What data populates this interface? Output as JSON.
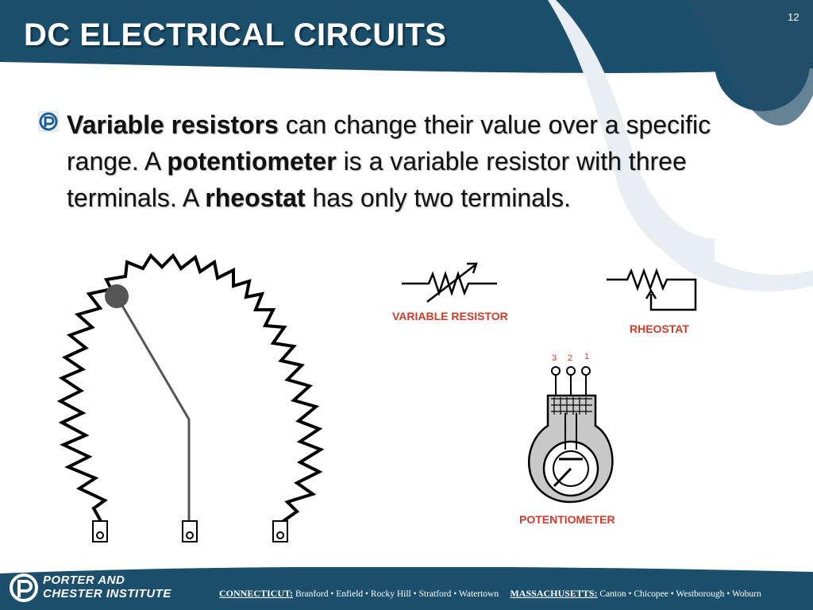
{
  "slide": {
    "title": "DC ELECTRICAL CIRCUITS",
    "page_number": "12"
  },
  "body": {
    "term1": "Variable resistors",
    "text1": " can change their value over a specific range. A ",
    "term2": "potentiometer",
    "text2": " is a variable resistor with three terminals. A ",
    "term3": "rheostat",
    "text3": " has only two terminals."
  },
  "diagram": {
    "variable_resistor_label": "VARIABLE RESISTOR",
    "rheostat_label": "RHEOSTAT",
    "potentiometer_label": "POTENTIOMETER",
    "pin_labels": [
      "3",
      "2",
      "1"
    ]
  },
  "footer": {
    "logo_line1": "PORTER AND",
    "logo_line2": "CHESTER INSTITUTE",
    "ct_label": "CONNECTICUT:",
    "ct_locations": " Branford • Enfield • Rocky Hill • Stratford • Watertown",
    "ma_label": "MASSACHUSETTS:",
    "ma_locations": " Canton • Chicopee • Westborough • Woburn"
  },
  "colors": {
    "navy": "#1b4f6b",
    "accent_red": "#d43a2a",
    "watermark": "#e8eef2"
  }
}
